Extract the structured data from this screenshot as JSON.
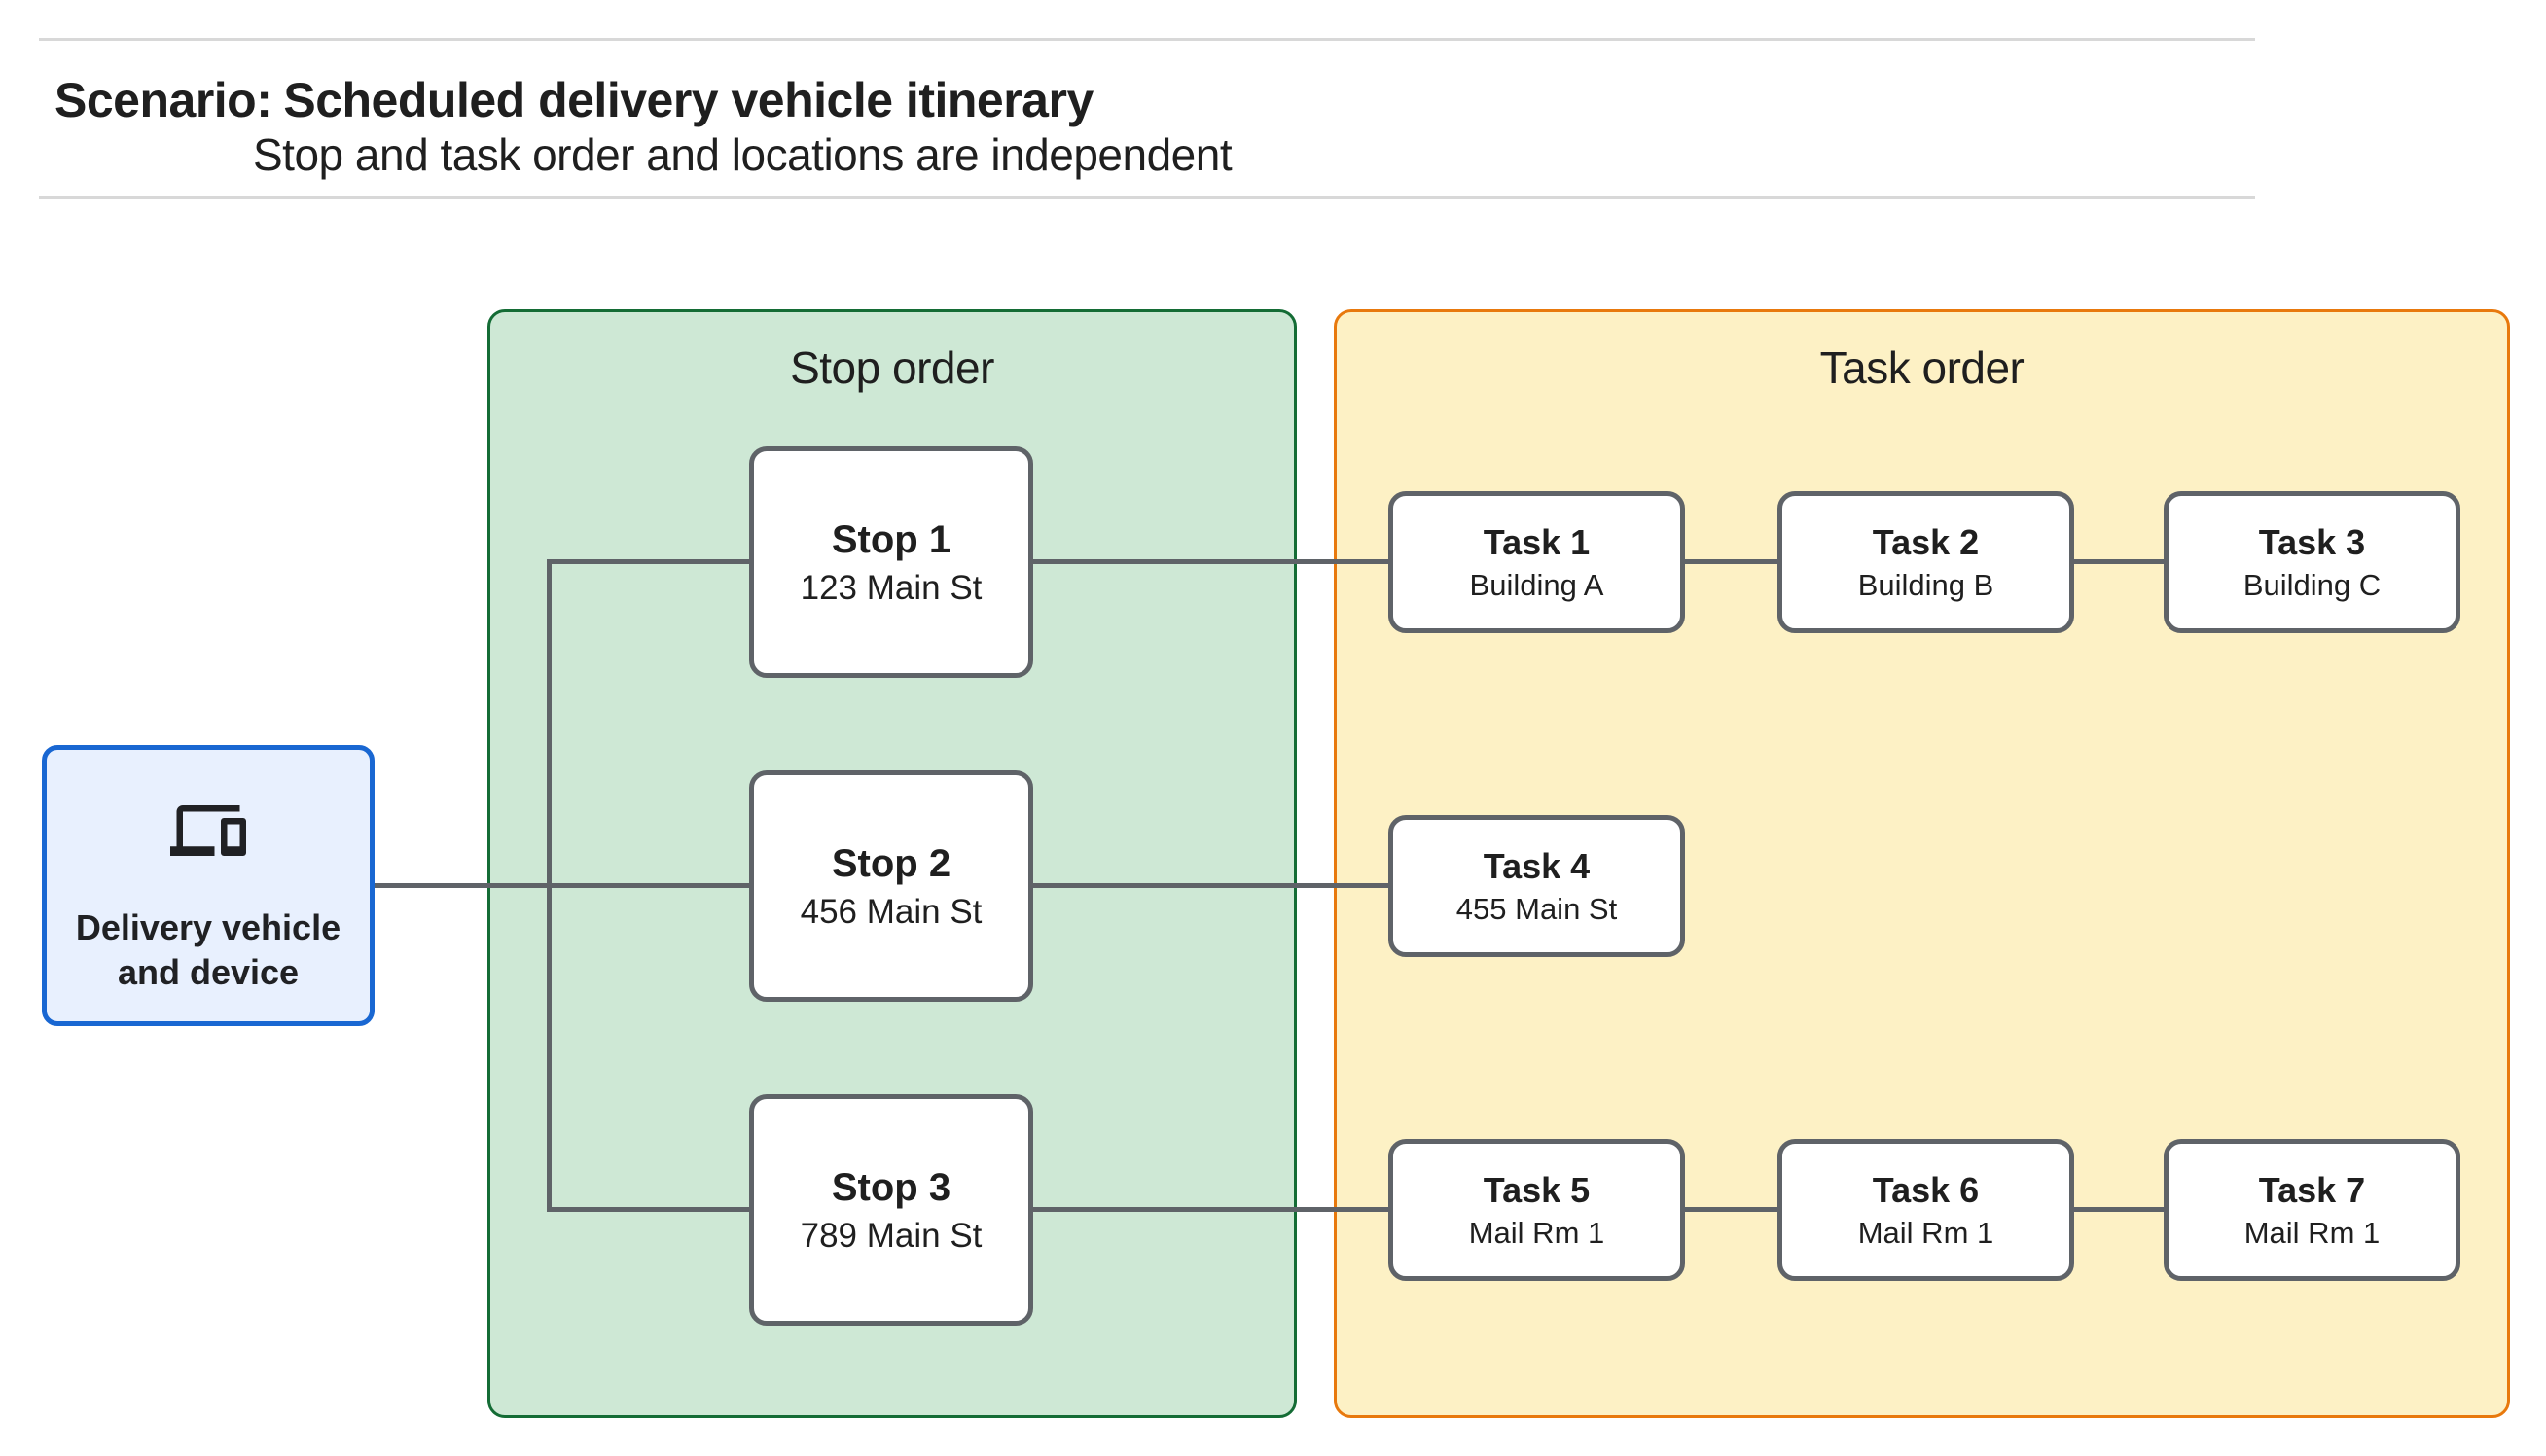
{
  "header": {
    "title_prefix": "Scenario:",
    "title_main": "Scheduled delivery vehicle itinerary",
    "subtitle": "Stop and task order and locations are independent"
  },
  "source_node": {
    "icon": "devices-icon",
    "lines": [
      "Delivery vehicle",
      "and device"
    ]
  },
  "panels": {
    "stop": {
      "label": "Stop order"
    },
    "task": {
      "label": "Task order"
    }
  },
  "stops": [
    {
      "title": "Stop 1",
      "location": "123 Main St"
    },
    {
      "title": "Stop 2",
      "location": "456 Main St"
    },
    {
      "title": "Stop 3",
      "location": "789 Main St"
    }
  ],
  "tasks": [
    {
      "title": "Task 1",
      "location": "Building A"
    },
    {
      "title": "Task 2",
      "location": "Building B"
    },
    {
      "title": "Task 3",
      "location": "Building C"
    },
    {
      "title": "Task 4",
      "location": "455 Main St"
    },
    {
      "title": "Task 5",
      "location": "Mail Rm 1"
    },
    {
      "title": "Task 6",
      "location": "Mail Rm 1"
    },
    {
      "title": "Task 7",
      "location": "Mail Rm 1"
    }
  ],
  "colors": {
    "stop_panel_fill": "#cee8d5",
    "stop_panel_border": "#146c35",
    "task_panel_fill": "#fdf1c5",
    "task_panel_border": "#e8790d",
    "source_fill": "#e8f0fe",
    "source_border": "#1967d2",
    "node_border": "#5f6368",
    "connector": "#5f6368",
    "divider": "#d8d8d8",
    "text": "#1f1f1f"
  }
}
